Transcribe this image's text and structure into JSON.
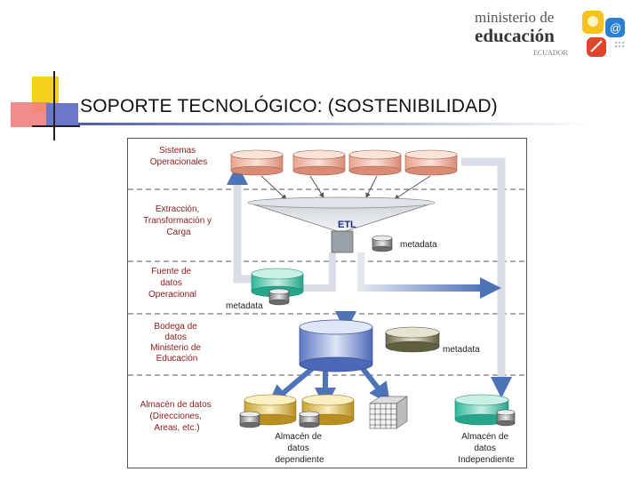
{
  "slide": {
    "title": "SOPORTE TECNOLÓGICO: (SOSTENIBILIDAD)"
  },
  "logo": {
    "line1": "ministerio de",
    "line2": "educación",
    "line3": "ECUADOR",
    "icon_text": "@"
  },
  "diagram": {
    "layers": {
      "sistemas": [
        "Sistemas",
        "Operacionales"
      ],
      "etl_layer": [
        "Extracción,",
        "Transformación y",
        "Carga"
      ],
      "fuente": [
        "Fuente de",
        "datos",
        "Operacional"
      ],
      "bodega": [
        "Bodega de",
        "datos",
        "Ministerio de",
        "Educación"
      ],
      "almacen": [
        "Almacén de datos",
        "(Direcciones,",
        "Areas, etc.)"
      ]
    },
    "etl_label": "ETL",
    "metadata_etl": "metadata",
    "metadata_fuente": "metadata",
    "metadata_bodega": "metadata",
    "dependiente": [
      "Almacén de",
      "datos",
      "dependiente"
    ],
    "independiente": [
      "Almacén de",
      "datos",
      "Independiente"
    ]
  }
}
